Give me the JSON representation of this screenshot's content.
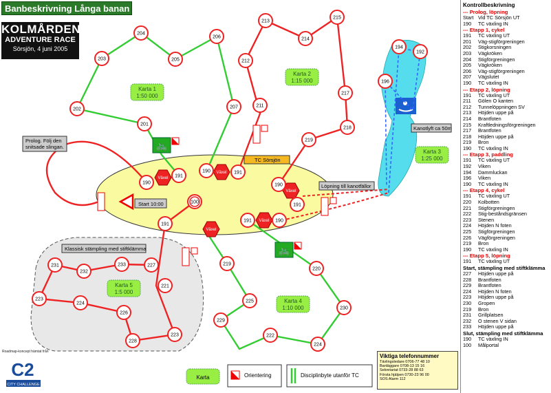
{
  "title": "Banbeskrivning Långa banan",
  "logo": {
    "line1": "KOLMÅRDEN",
    "line2": "ADVENTURE RACE",
    "line3": "Sörsjön, 4 juni 2005"
  },
  "colors": {
    "green_leg": "#33cc33",
    "red_leg": "#ee2222",
    "water": "#55ddee",
    "zone": "#fafaa0",
    "map_label": "#99ee44"
  },
  "map": {
    "labels": {
      "karta1": [
        "Karta 1",
        "1:50 000"
      ],
      "karta2": [
        "Karta 2",
        "1:15 000"
      ],
      "karta3": [
        "Karta 3",
        "1:25 000"
      ],
      "karta4": [
        "Karta 4",
        "1:10 000"
      ],
      "karta5": [
        "Karta 5",
        "1:5 000"
      ],
      "karta_legend": "Karta"
    },
    "callouts": {
      "prolog": [
        "Prolog. Följ den",
        "snitsade slingan."
      ],
      "start": "Start 10:00",
      "tc": "TC Sörsjön",
      "kanotlyft": "Kanotlyft ca 50m",
      "lopning": "Löpning till kanotfällor",
      "klassisk": "Klassisk stämpling med stiftklämma"
    },
    "vaxel": "Växel",
    "controls": [
      "204",
      "206",
      "203",
      "205",
      "213",
      "214",
      "215",
      "212",
      "207",
      "211",
      "217",
      "202",
      "201",
      "218",
      "219",
      "194",
      "192",
      "196",
      "190",
      "191",
      "190",
      "191",
      "190",
      "191",
      "191",
      "191",
      "100",
      "220",
      "190",
      "219",
      "231",
      "232",
      "233",
      "227",
      "221",
      "230",
      "223",
      "224",
      "226",
      "225",
      "229",
      "228",
      "223",
      "222",
      "224"
    ]
  },
  "legend": {
    "orientering": "Orientering",
    "disciplinbyte": "Disciplinbyte utanför TC",
    "credit": "Roadmap-koncept hämtat från",
    "c2": "C2",
    "c2_sub": "CITY CHALLENGE"
  },
  "phones": {
    "title": "Viktiga telefonnummer",
    "lines": [
      "Tävlingsledare 0706-77 48 10",
      "Banläggare 0708-13 15 16",
      "Sekretariat 0733-28 88 63",
      "Första hjälpen 0730-23 96 00",
      "SOS Alarm 112"
    ]
  },
  "panel": {
    "title": "Kontrollbeskrivning",
    "sections": [
      {
        "head": "--- Prolog, löpning",
        "color": "red",
        "rows": [
          [
            "Start",
            "Vid TC Sörsjön UT"
          ],
          [
            "190",
            "TC växling IN"
          ]
        ]
      },
      {
        "head": "--- Etapp 1, cykel",
        "color": "red",
        "rows": [
          [
            "191",
            "TC växling UT"
          ],
          [
            "201",
            "Väg-stigförgreningen"
          ],
          [
            "202",
            "Stigkorsningen"
          ],
          [
            "203",
            "Vägkröken"
          ],
          [
            "204",
            "Stigförgreningen"
          ],
          [
            "205",
            "Vägkröken"
          ],
          [
            "206",
            "Väg-stigförgreningen"
          ],
          [
            "207",
            "Vägslutet"
          ],
          [
            "190",
            "TC växling IN"
          ]
        ]
      },
      {
        "head": "--- Etapp 2, löpning",
        "color": "red",
        "rows": [
          [
            "191",
            "TC växling UT"
          ],
          [
            "211",
            "Gölen Ö kanten"
          ],
          [
            "212",
            "Tunnelöppningen SV"
          ],
          [
            "213",
            "Höjden uppe på"
          ],
          [
            "214",
            "Brantfoten"
          ],
          [
            "215",
            "Kraftledningsförgreningen"
          ],
          [
            "217",
            "Brantfoten"
          ],
          [
            "218",
            "Höjden uppe på"
          ],
          [
            "219",
            "Bron"
          ],
          [
            "190",
            "TC växling IN"
          ]
        ]
      },
      {
        "head": "--- Etapp 3, paddling",
        "color": "red",
        "rows": [
          [
            "191",
            "TC växling UT"
          ],
          [
            "192",
            "Viken"
          ],
          [
            "194",
            "Dammluckan"
          ],
          [
            "196",
            "Viken"
          ],
          [
            "190",
            "TC växling IN"
          ]
        ]
      },
      {
        "head": "--- Etapp 4, cykel",
        "color": "red",
        "rows": [
          [
            "191",
            "TC växling UT"
          ],
          [
            "220",
            "Kolbotten"
          ],
          [
            "221",
            "Stigförgreningen"
          ],
          [
            "222",
            "Stig-beståndsgränsen"
          ],
          [
            "223",
            "Stenen"
          ],
          [
            "224",
            "Höjden N foten"
          ],
          [
            "225",
            "Stigförgreningen"
          ],
          [
            "226",
            "Vägförgreningen"
          ],
          [
            "219",
            "Bron"
          ],
          [
            "190",
            "TC växling IN"
          ]
        ]
      },
      {
        "head": "--- Etapp 5, löpning",
        "color": "red",
        "rows": [
          [
            "191",
            "TC växling UT"
          ]
        ]
      },
      {
        "head": "Start, stämpling med stiftklämma",
        "color": "black",
        "rows": [
          [
            "227",
            "Höjden uppe på"
          ],
          [
            "228",
            "Brantfoten"
          ],
          [
            "229",
            "Brantfoten"
          ],
          [
            "224",
            "Höjden N foten"
          ],
          [
            "223",
            "Höjden uppe på"
          ],
          [
            "230",
            "Gropen"
          ],
          [
            "219",
            "Bron"
          ],
          [
            "231",
            "Grillplatsen"
          ],
          [
            "232",
            "Ö stenen V sidan"
          ],
          [
            "233",
            "Höjden uppe på"
          ]
        ]
      },
      {
        "head": "Slut, stämpling med stiftklämma",
        "color": "black",
        "rows": [
          [
            "190",
            "TC växling IN"
          ],
          [
            "100",
            "Målportal"
          ]
        ]
      }
    ]
  }
}
